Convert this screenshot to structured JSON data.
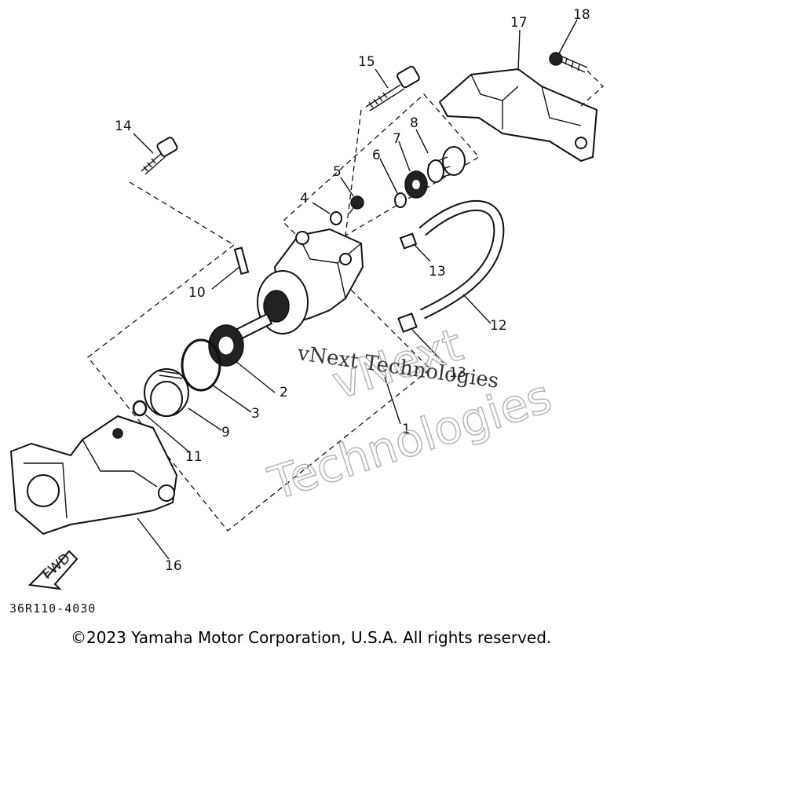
{
  "diagram": {
    "part_labels": {
      "p1": "1",
      "p2": "2",
      "p3": "3",
      "p4": "4",
      "p5": "5",
      "p6": "6",
      "p7": "7",
      "p8": "8",
      "p9": "9",
      "p10": "10",
      "p11": "11",
      "p12": "12",
      "p13a": "13",
      "p13b": "13",
      "p14": "14",
      "p15": "15",
      "p16": "16",
      "p17": "17",
      "p18": "18"
    },
    "fwd_label": "FWD",
    "diagram_code": "36R110-4030"
  },
  "watermark": {
    "logo_word1": "vNext",
    "logo_word2": "Technologies",
    "text": "vNext Technologies"
  },
  "footer": {
    "copyright": "©2023 Yamaha Motor Corporation, U.S.A. All rights reserved."
  }
}
